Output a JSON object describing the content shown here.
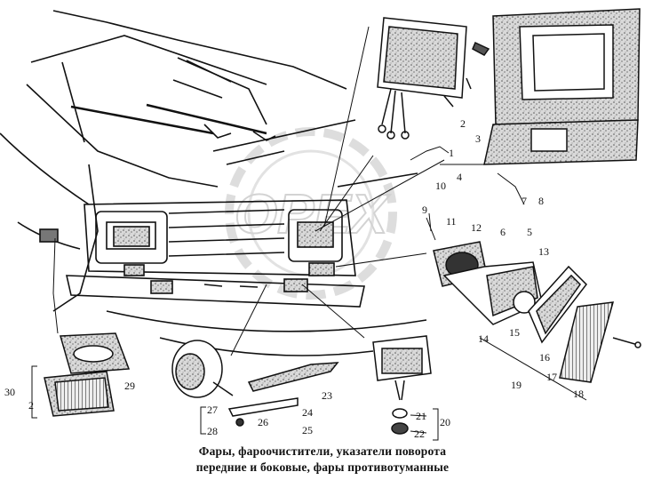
{
  "caption": {
    "line1": "Фары, фароочистители, указатели поворота",
    "line2": "передние и боковые, фары противотуманные"
  },
  "watermark": "OPEX",
  "callouts": [
    "1",
    "2",
    "3",
    "4",
    "5",
    "6",
    "7",
    "8",
    "9",
    "10",
    "11",
    "12",
    "13",
    "14",
    "15",
    "16",
    "17",
    "18",
    "19",
    "20",
    "21",
    "22",
    "23",
    "24",
    "25",
    "26",
    "27",
    "28",
    "29",
    "30",
    "2"
  ]
}
